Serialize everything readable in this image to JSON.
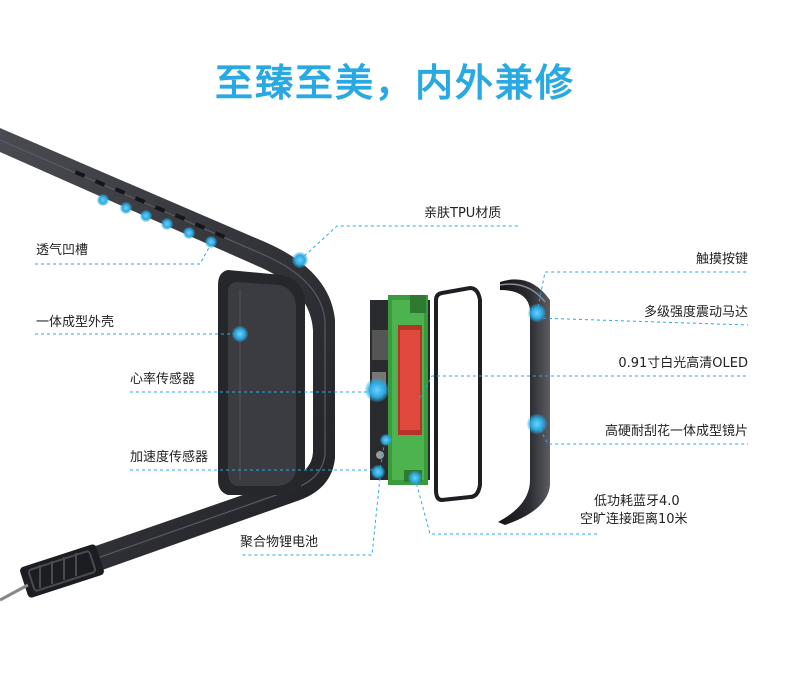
{
  "headline": "至臻至美，内外兼修",
  "colors": {
    "accent": "#29a9e1",
    "leader_line": "#29a9e1",
    "band": "#2f3035",
    "pcb": "#3a9a3c"
  },
  "labels": {
    "breathing_groove": "透气凹槽",
    "one_piece_shell": "一体成型外壳",
    "heart_rate_sensor": "心率传感器",
    "accelerometer": "加速度传感器",
    "tpu_material": "亲肤TPU材质",
    "touch_key": "触摸按键",
    "vibration_motor": "多级强度震动马达",
    "oled": "0.91寸白光高清OLED",
    "lens": "高硬耐刮花一体成型镜片",
    "bluetooth_line1": "低功耗蓝牙4.0",
    "bluetooth_line2": "空旷连接距离10米",
    "battery": "聚合物锂电池"
  }
}
